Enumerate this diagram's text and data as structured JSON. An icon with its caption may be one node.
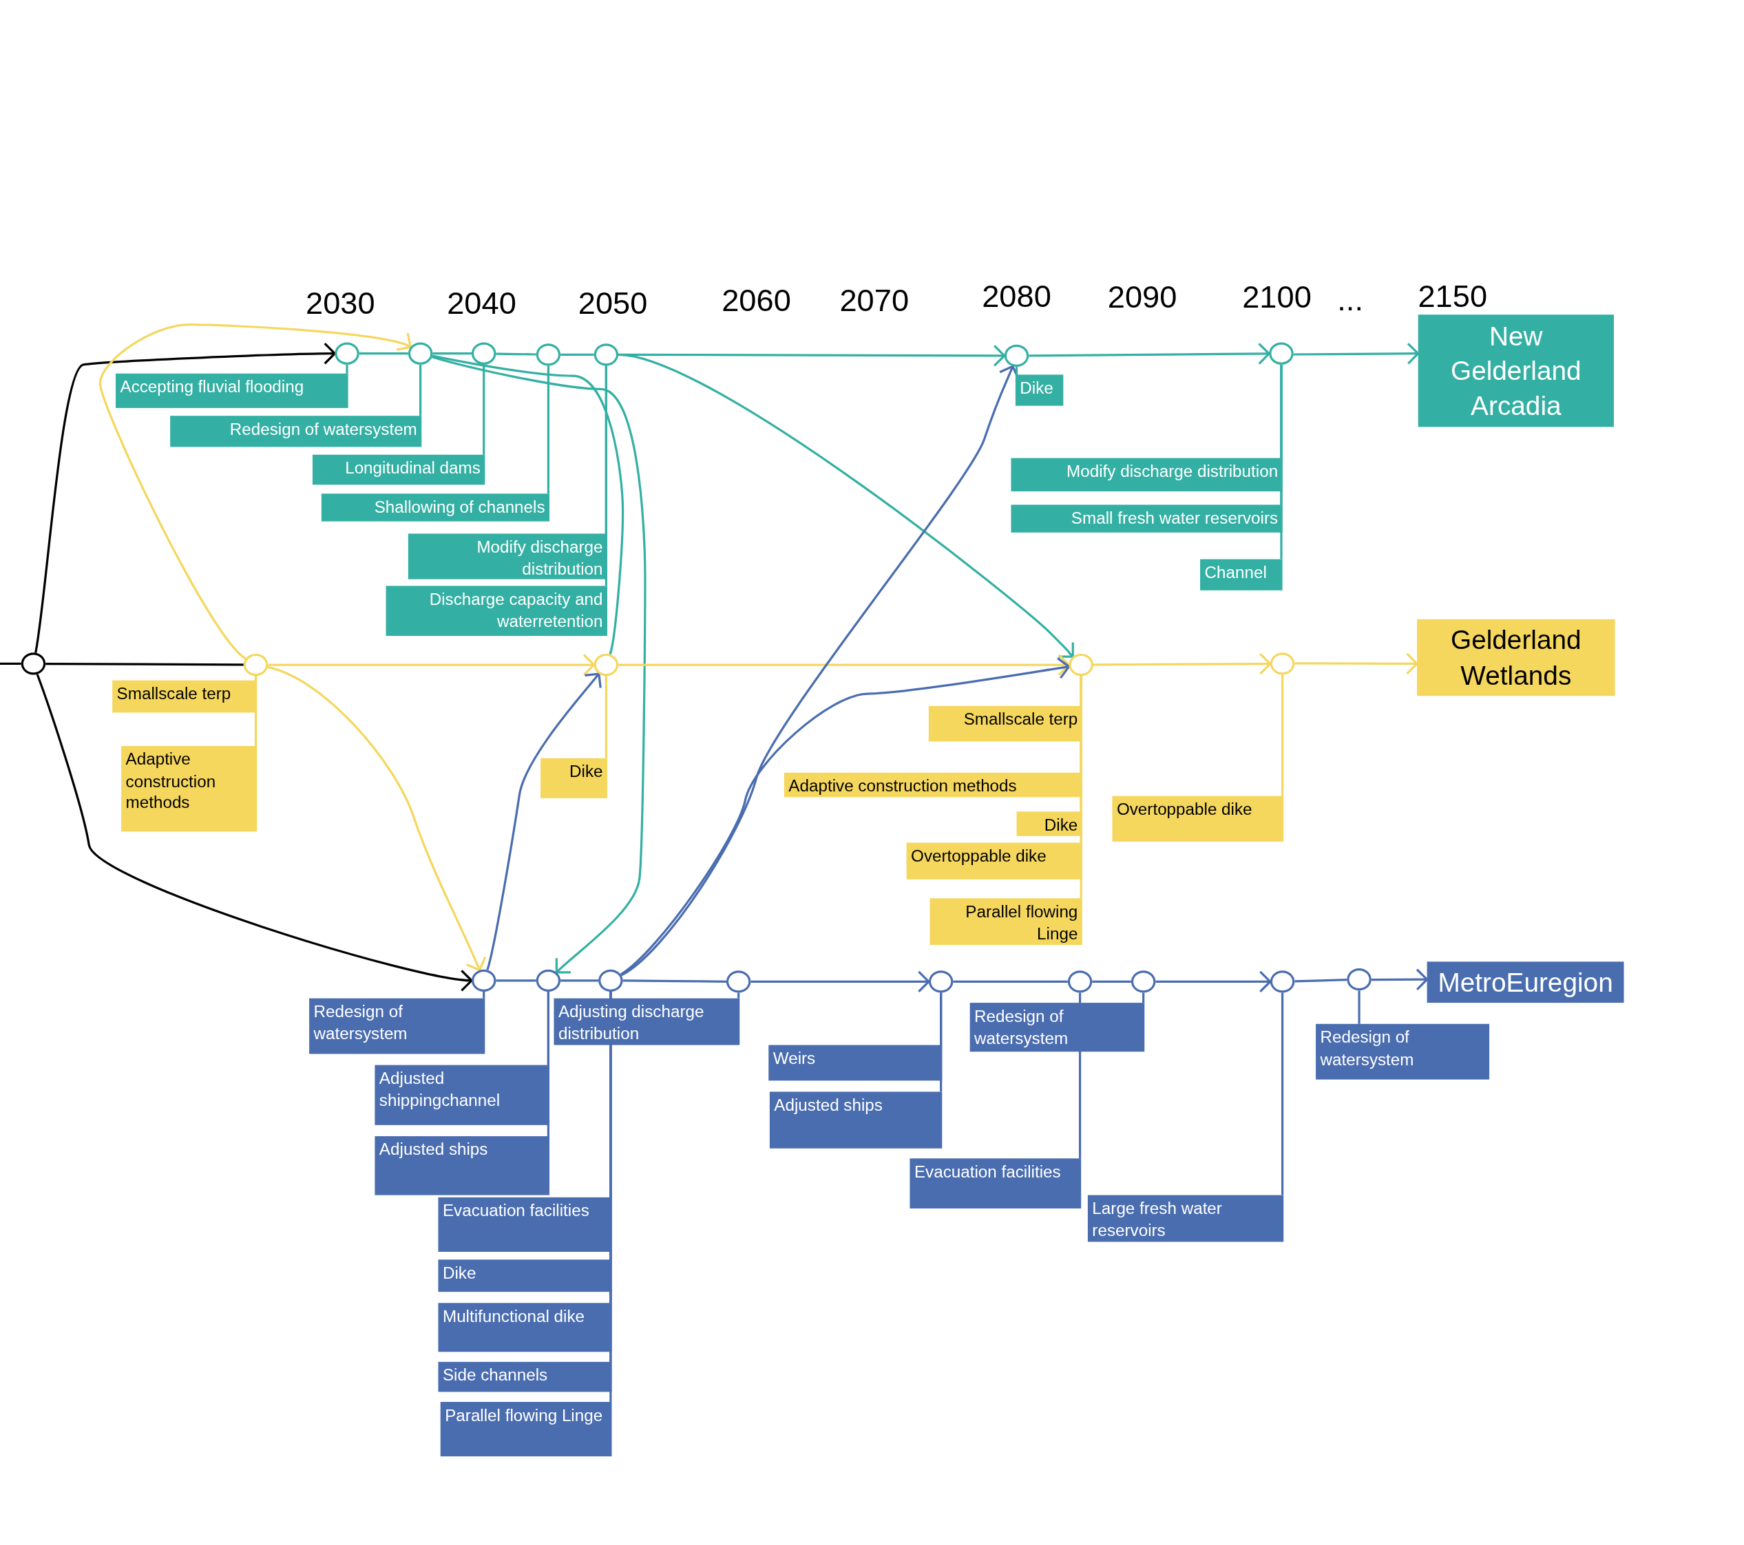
{
  "diagram": {
    "nodes": [
      {
        "text": [],
        "shape": "circle"
      },
      {
        "text": [],
        "shape": "circle"
      },
      {
        "text": [],
        "shape": "circle"
      },
      {
        "text": [],
        "shape": "circle"
      },
      {
        "text": [],
        "shape": "circle"
      },
      {
        "text": [],
        "shape": "circle"
      },
      {
        "text": [],
        "shape": "circle"
      },
      {
        "text": [
          "New Gelderland Arcadia"
        ]
      },
      {
        "text": [
          "Accepting fluvial flooding"
        ]
      },
      {
        "text": [
          "Redesign of watersystem"
        ]
      },
      {
        "text": [
          "Longitudinal dams"
        ]
      },
      {
        "text": [
          "Shallowing of channels"
        ]
      },
      {
        "text": [
          "Modify discharge distribution"
        ]
      },
      {
        "text": [
          "Discharge capacity and waterretention"
        ]
      },
      {
        "text": [
          "Dike"
        ]
      },
      {
        "text": [
          "Modify discharge distribution"
        ]
      },
      {
        "text": [
          "Small fresh water reservoirs"
        ]
      },
      {
        "text": [
          "Channel"
        ]
      },
      {
        "text": [],
        "shape": "circle"
      },
      {
        "text": [],
        "shape": "circle"
      },
      {
        "text": [],
        "shape": "circle"
      },
      {
        "text": [],
        "shape": "circle"
      },
      {
        "text": [],
        "shape": "circle"
      },
      {
        "text": [
          "Gelderland Wetlands"
        ]
      },
      {
        "text": [
          "Smallscale terp"
        ]
      },
      {
        "text": [
          "Adaptive construction methods"
        ]
      },
      {
        "text": [
          "Dike"
        ]
      },
      {
        "text": [
          "Smallscale terp"
        ]
      },
      {
        "text": [
          "Adaptive construction methods"
        ]
      },
      {
        "text": [
          "Dike"
        ]
      },
      {
        "text": [
          "Overtoppable dike"
        ]
      },
      {
        "text": [
          "Parallel flowing Linge"
        ]
      },
      {
        "text": [
          "Overtoppable dike"
        ]
      },
      {
        "text": [],
        "shape": "circle"
      },
      {
        "text": [],
        "shape": "circle"
      },
      {
        "text": [],
        "shape": "circle"
      },
      {
        "text": [],
        "shape": "circle"
      },
      {
        "text": [],
        "shape": "circle"
      },
      {
        "text": [],
        "shape": "circle"
      },
      {
        "text": [],
        "shape": "circle"
      },
      {
        "text": [],
        "shape": "circle"
      },
      {
        "text": [],
        "shape": "circle"
      },
      {
        "text": [
          "MetroEuregion"
        ]
      },
      {
        "text": [
          "Redesign of watersystem"
        ]
      },
      {
        "text": [
          "Adjusting discharge distribution"
        ]
      },
      {
        "text": [
          "Adjusted shippingchannel"
        ]
      },
      {
        "text": [
          "Adjusted ships"
        ]
      },
      {
        "text": [
          "Evacuation facilities"
        ]
      },
      {
        "text": [
          "Dike"
        ]
      },
      {
        "text": [
          "Multifunctional dike"
        ]
      },
      {
        "text": [
          "Side channels"
        ]
      },
      {
        "text": [
          "Parallel flowing Linge"
        ]
      },
      {
        "text": [
          "Weirs"
        ]
      },
      {
        "text": [
          "Adjusted ships"
        ]
      },
      {
        "text": [
          "Redesign of watersystem"
        ]
      },
      {
        "text": [
          "Evacuation facilities"
        ]
      },
      {
        "text": [
          "Large fresh water reservoirs"
        ]
      },
      {
        "text": [
          "Redesign of watersystem"
        ]
      }
    ],
    "edges": [
      {
        "from": null,
        "to": 18,
        "arrow": "none",
        "color": "#000000"
      },
      {
        "from": 18,
        "to": 0,
        "arrow": "to",
        "color": "#000000"
      },
      {
        "from": 18,
        "to": 19,
        "arrow": "none",
        "color": "#000000"
      },
      {
        "from": 18,
        "to": 33,
        "arrow": "to",
        "color": "#000000"
      },
      {
        "from": 0,
        "to": 1,
        "arrow": "none",
        "color": "#33b0a3"
      },
      {
        "from": 1,
        "to": 2,
        "arrow": "none",
        "color": "#33b0a3"
      },
      {
        "from": 2,
        "to": 3,
        "arrow": "none",
        "color": "#33b0a3"
      },
      {
        "from": 3,
        "to": 4,
        "arrow": "none",
        "color": "#33b0a3"
      },
      {
        "from": 4,
        "to": 5,
        "arrow": "to",
        "color": "#33b0a3"
      },
      {
        "from": 5,
        "to": 6,
        "arrow": "to",
        "color": "#33b0a3"
      },
      {
        "from": 6,
        "to": 7,
        "arrow": "to",
        "color": "#33b0a3"
      },
      {
        "from": 1,
        "to": 34,
        "arrow": "to",
        "color": "#33b0a3"
      },
      {
        "from": 1,
        "to": 20,
        "arrow": "none",
        "color": "#33b0a3"
      },
      {
        "from": 4,
        "to": 21,
        "arrow": "to",
        "color": "#33b0a3"
      },
      {
        "from": 19,
        "to": 1,
        "arrow": "to",
        "color": "#f5d75e"
      },
      {
        "from": 19,
        "to": 20,
        "arrow": "to",
        "color": "#f5d75e"
      },
      {
        "from": 19,
        "to": 33,
        "arrow": "to",
        "color": "#f5d75e"
      },
      {
        "from": 20,
        "to": 21,
        "arrow": "to",
        "color": "#f5d75e"
      },
      {
        "from": 21,
        "to": 22,
        "arrow": "to",
        "color": "#f5d75e"
      },
      {
        "from": 22,
        "to": 23,
        "arrow": "to",
        "color": "#f5d75e"
      },
      {
        "from": 33,
        "to": 20,
        "arrow": "to"
      },
      {
        "from": 33,
        "to": 34,
        "arrow": "none"
      },
      {
        "from": 34,
        "to": 35,
        "arrow": "none"
      },
      {
        "from": 35,
        "to": 36,
        "arrow": "none"
      },
      {
        "from": 36,
        "to": 37,
        "arrow": "to"
      },
      {
        "from": 37,
        "to": 38,
        "arrow": "none"
      },
      {
        "from": 38,
        "to": 39,
        "arrow": "none"
      },
      {
        "from": 39,
        "to": 40,
        "arrow": "to"
      },
      {
        "from": 40,
        "to": 41,
        "arrow": "none"
      },
      {
        "from": 41,
        "to": 42,
        "arrow": "to"
      },
      {
        "from": 35,
        "to": 5,
        "arrow": "to"
      },
      {
        "from": 35,
        "to": 21,
        "arrow": "to"
      },
      {
        "from": 8,
        "to": 0,
        "arrow": "none",
        "color": "#33b0a3"
      },
      {
        "from": 9,
        "to": 1,
        "arrow": "none",
        "color": "#33b0a3"
      },
      {
        "from": 10,
        "to": 2,
        "arrow": "none",
        "color": "#33b0a3"
      },
      {
        "from": 11,
        "to": 3,
        "arrow": "none",
        "color": "#33b0a3"
      },
      {
        "from": 12,
        "to": 4,
        "arrow": "none",
        "color": "#33b0a3"
      },
      {
        "from": 13,
        "to": 4,
        "arrow": "none",
        "color": "#33b0a3"
      },
      {
        "from": 14,
        "to": 5,
        "arrow": "none",
        "color": "#33b0a3"
      },
      {
        "from": 15,
        "to": 6,
        "arrow": "none",
        "color": "#33b0a3"
      },
      {
        "from": 16,
        "to": 6,
        "arrow": "none",
        "color": "#33b0a3"
      },
      {
        "from": 17,
        "to": 6,
        "arrow": "none",
        "color": "#33b0a3"
      },
      {
        "from": 24,
        "to": 19,
        "arrow": "none",
        "color": "#f5d75e"
      },
      {
        "from": 25,
        "to": 19,
        "arrow": "none",
        "color": "#f5d75e"
      },
      {
        "from": 26,
        "to": 20,
        "arrow": "none",
        "color": "#f5d75e"
      },
      {
        "from": 27,
        "to": 21,
        "arrow": "none",
        "color": "#f5d75e"
      },
      {
        "from": 28,
        "to": 21,
        "arrow": "none",
        "color": "#f5d75e"
      },
      {
        "from": 29,
        "to": 21,
        "arrow": "none",
        "color": "#f5d75e"
      },
      {
        "from": 30,
        "to": 21,
        "arrow": "none",
        "color": "#f5d75e"
      },
      {
        "from": 31,
        "to": 21,
        "arrow": "none",
        "color": "#f5d75e"
      },
      {
        "from": 32,
        "to": 22,
        "arrow": "none",
        "color": "#f5d75e"
      },
      {
        "from": 43,
        "to": 33,
        "arrow": "none"
      },
      {
        "from": 44,
        "to": 36,
        "arrow": "none"
      },
      {
        "from": 45,
        "to": 34,
        "arrow": "none"
      },
      {
        "from": 46,
        "to": 34,
        "arrow": "none"
      },
      {
        "from": 47,
        "to": 35,
        "arrow": "none"
      },
      {
        "from": 48,
        "to": 35,
        "arrow": "none"
      },
      {
        "from": 49,
        "to": 35,
        "arrow": "none"
      },
      {
        "from": 50,
        "to": 35,
        "arrow": "none"
      },
      {
        "from": 51,
        "to": 35,
        "arrow": "none"
      },
      {
        "from": 52,
        "to": 37,
        "arrow": "none"
      },
      {
        "from": 53,
        "to": 37,
        "arrow": "none"
      },
      {
        "from": 54,
        "to": 39,
        "arrow": "none"
      },
      {
        "from": 55,
        "to": 38,
        "arrow": "none"
      },
      {
        "from": 56,
        "to": 40,
        "arrow": "none"
      },
      {
        "from": 57,
        "to": 41,
        "arrow": "none"
      }
    ],
    "labels": [
      "2030",
      "2040",
      "2050",
      "2060",
      "2070",
      "2080",
      "2090",
      "2100",
      "...",
      "2150"
    ]
  }
}
